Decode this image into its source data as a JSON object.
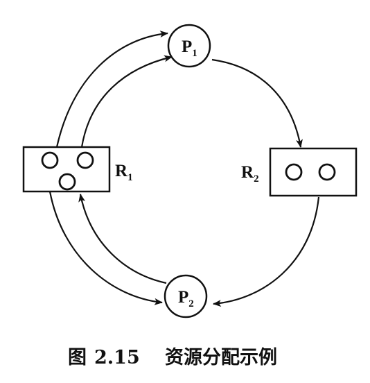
{
  "diagram": {
    "processes": [
      {
        "id": "P1",
        "main": "P",
        "sub": "1"
      },
      {
        "id": "P2",
        "main": "P",
        "sub": "2"
      }
    ],
    "resources": [
      {
        "id": "R1",
        "main": "R",
        "sub": "1",
        "instances": 3
      },
      {
        "id": "R2",
        "main": "R",
        "sub": "2",
        "instances": 2
      }
    ],
    "edges": [
      {
        "from": "R1",
        "to": "P1",
        "kind": "assignment"
      },
      {
        "from": "R1",
        "to": "P1",
        "kind": "assignment"
      },
      {
        "from": "P1",
        "to": "R2",
        "kind": "request"
      },
      {
        "from": "R2",
        "to": "P2",
        "kind": "assignment"
      },
      {
        "from": "R1",
        "to": "P2",
        "kind": "assignment"
      },
      {
        "from": "P2",
        "to": "R1",
        "kind": "request"
      }
    ]
  },
  "caption": {
    "prefix": "图",
    "number": "2.15",
    "title": "资源分配示例"
  }
}
